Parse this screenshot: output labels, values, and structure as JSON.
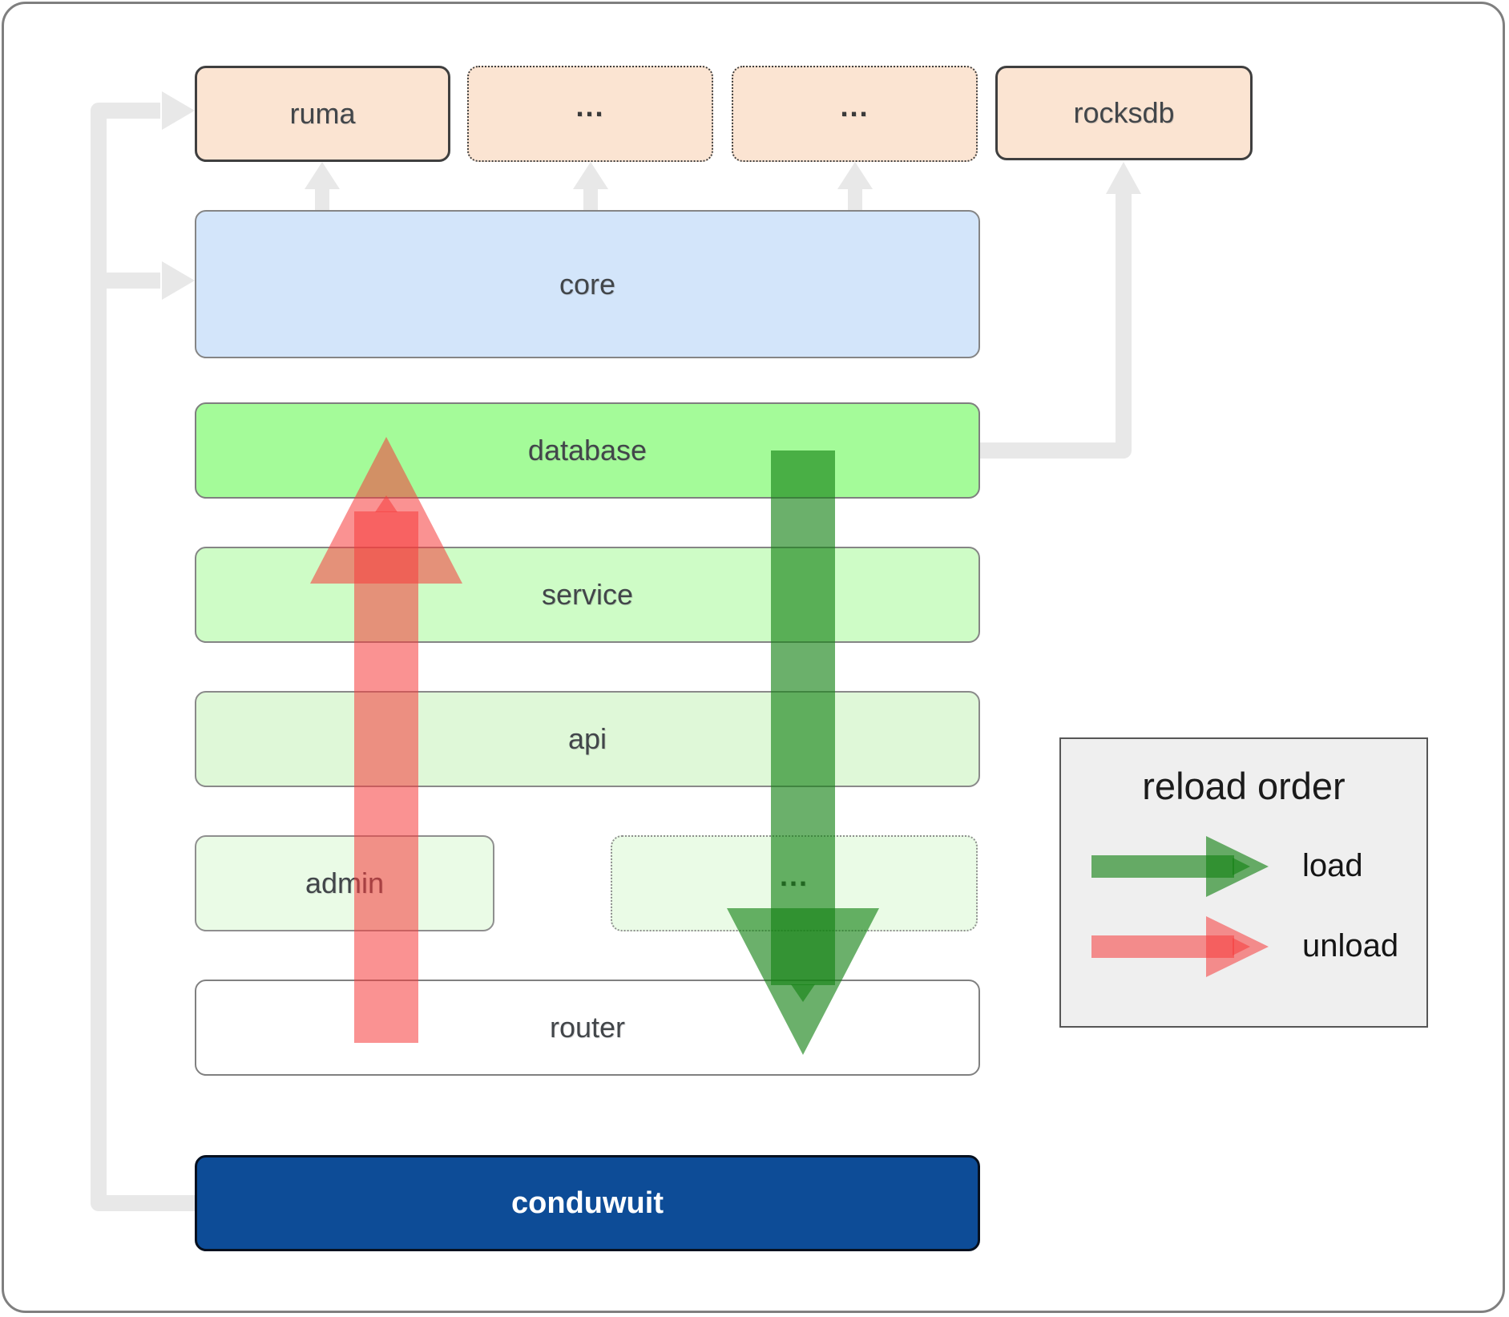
{
  "boxes": {
    "ruma": "ruma",
    "module_a": "...",
    "module_b": "...",
    "rocksdb": "rocksdb",
    "core": "core",
    "database": "database",
    "service": "service",
    "api": "api",
    "admin": "admin",
    "more_services": "...",
    "router": "router",
    "conduwuit": "conduwuit"
  },
  "legend": {
    "title": "reload order",
    "items": [
      {
        "label": "load",
        "color": "#148214"
      },
      {
        "label": "unload",
        "color": "#f63c3c"
      }
    ]
  },
  "colors": {
    "load_arrow": "#148214",
    "unload_arrow": "#f63c3c",
    "connector": "#e8e8e8",
    "crate_fill": "#fbe4d2",
    "core_fill": "#d3e5fa",
    "database_fill": "#a4fb99",
    "service_fill": "#cefcc6",
    "api_fill": "#dff8d8",
    "subcrate_fill": "#eafbe6",
    "conduwuit_fill": "#0d4c97",
    "legend_bg": "#efefef"
  }
}
